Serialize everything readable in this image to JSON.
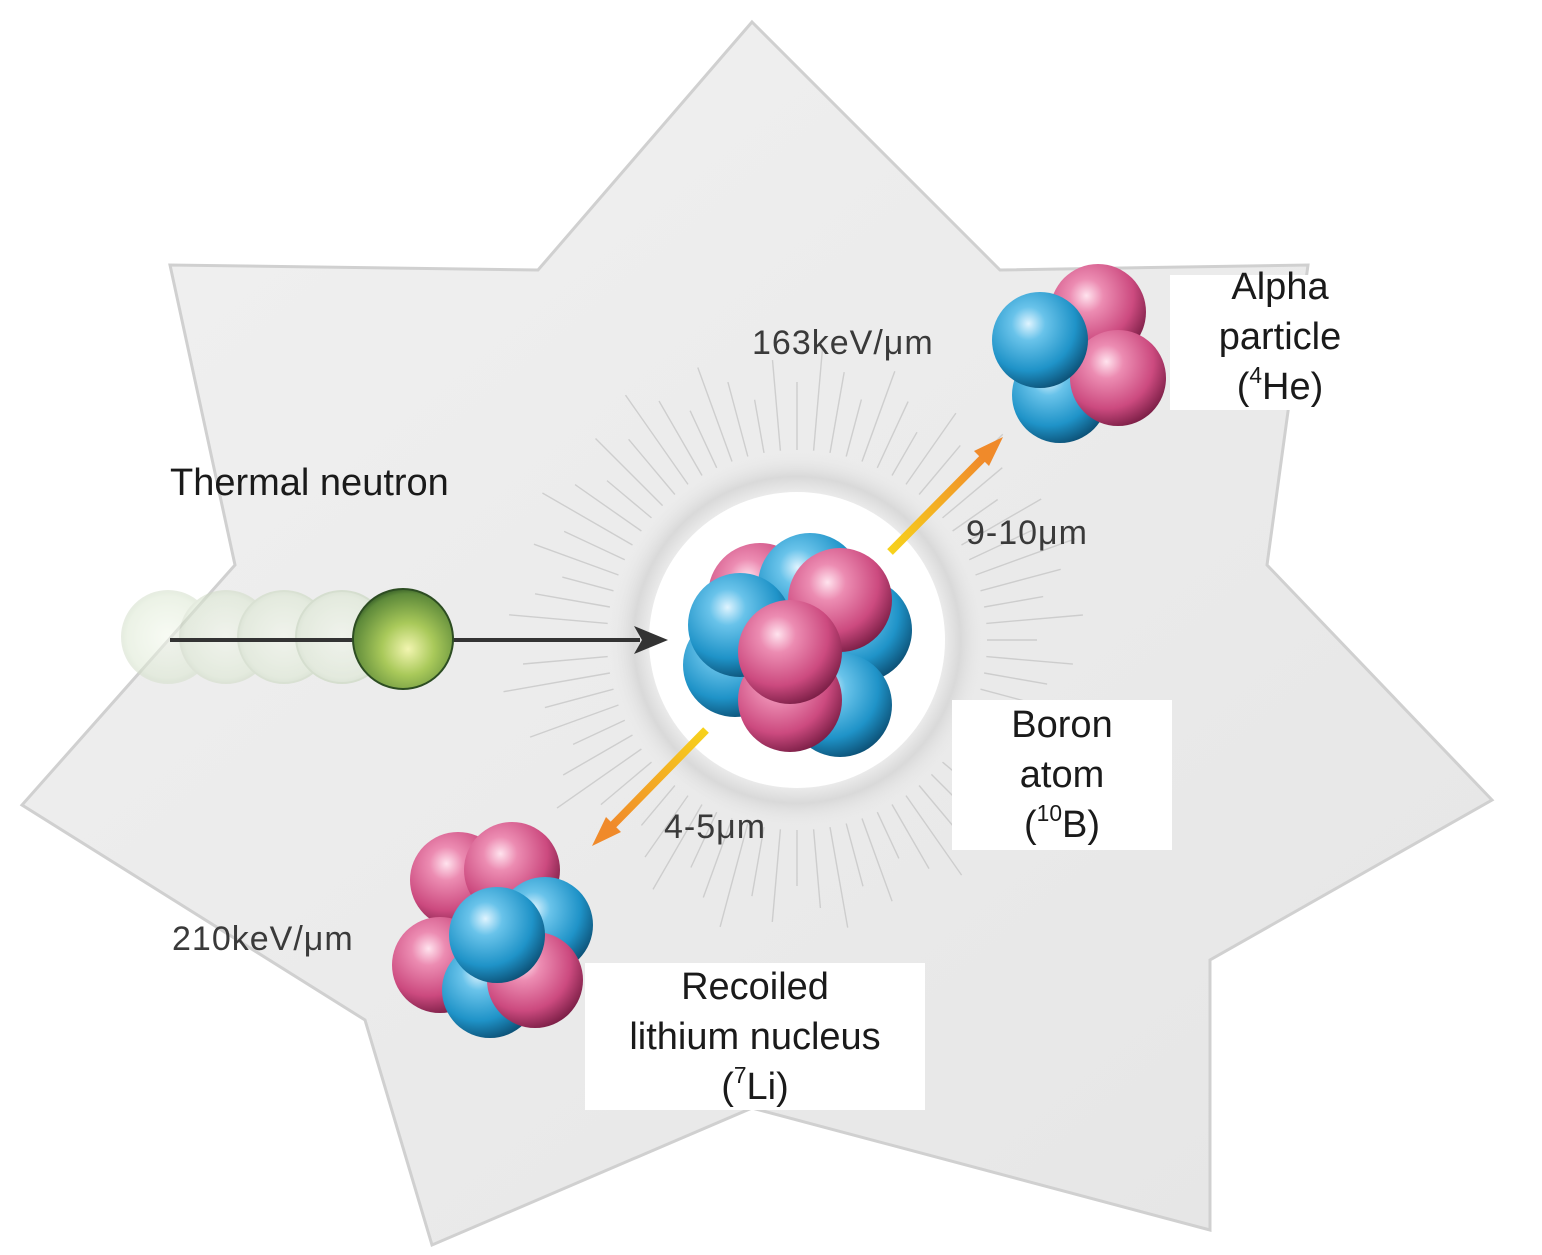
{
  "labels": {
    "thermal_neutron": "Thermal neutron",
    "alpha": {
      "line1": "Alpha",
      "line2": "particle",
      "open": "(",
      "sup": "4",
      "symbol": "He",
      "close": ")"
    },
    "boron": {
      "line1": "Boron",
      "line2": "atom",
      "open": "(",
      "sup": "10",
      "symbol": "B",
      "close": ")"
    },
    "lithium": {
      "line1": "Recoiled",
      "line2": "lithium nucleus",
      "open": "(",
      "sup": "7",
      "symbol": "Li",
      "close": ")"
    }
  },
  "measurements": {
    "alpha_let": "163keV/μm",
    "alpha_range": "9-10μm",
    "lithium_range": "4-5μm",
    "lithium_let": "210keV/μm"
  },
  "colors": {
    "star_fill": "#ececec",
    "proton_pink": "#d64f86",
    "neutron_blue": "#2a9ccf",
    "thermal_neutron_green": "#8db54a",
    "arrow_dark": "#333333",
    "arrow_orange": "#f08a2a",
    "arrow_yellow": "#f5c51c"
  }
}
